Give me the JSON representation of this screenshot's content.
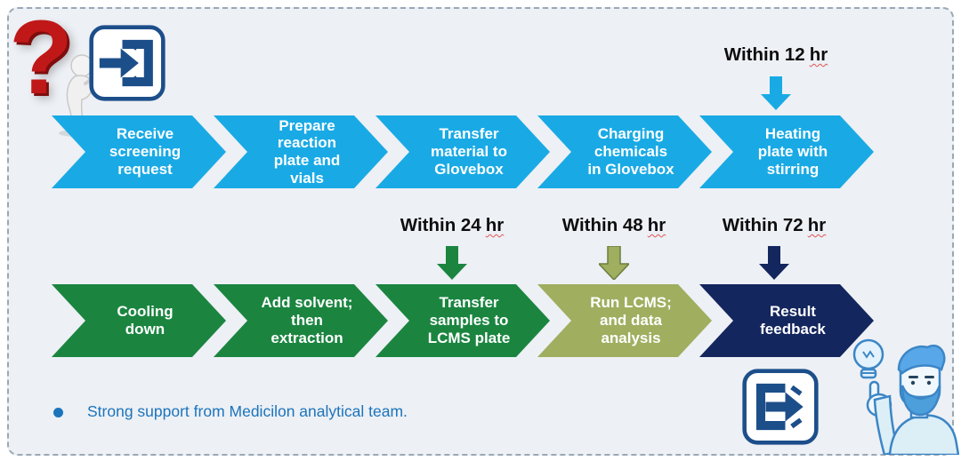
{
  "colors": {
    "cyan": "#19aae5",
    "green": "#1b8540",
    "olive": "#9fae5f",
    "navy": "#14265e",
    "icon_navy": "#1c4e8a",
    "bullet_blue": "#1b74bc",
    "panel_bg": "#edf0f5",
    "dash_border": "#9aa8b4",
    "question_red": "#c01818",
    "timer_text": "#0d0d0d",
    "squiggle_red": "#e05555"
  },
  "row1": {
    "steps": [
      {
        "label": "Receive\nscreening\nrequest",
        "color": "#19aae5"
      },
      {
        "label": "Prepare\nreaction\nplate and\nvials",
        "color": "#19aae5"
      },
      {
        "label": "Transfer\nmaterial to\nGlovebox",
        "color": "#19aae5"
      },
      {
        "label": "Charging\nchemicals\nin Glovebox",
        "color": "#19aae5"
      },
      {
        "label": "Heating\nplate with\nstirring",
        "color": "#19aae5"
      }
    ]
  },
  "row2": {
    "steps": [
      {
        "label": "Cooling\ndown",
        "color": "#1b8540"
      },
      {
        "label": "Add solvent;\nthen\nextraction",
        "color": "#1b8540"
      },
      {
        "label": "Transfer\nsamples to\nLCMS plate",
        "color": "#1b8540"
      },
      {
        "label": "Run LCMS;\nand data\nanalysis",
        "color": "#9fae5f"
      },
      {
        "label": "Result\nfeedback",
        "color": "#14265e"
      }
    ]
  },
  "timers": [
    {
      "prefix": "Within 12",
      "unit": "hr",
      "color": "#19aae5"
    },
    {
      "prefix": "Within 24",
      "unit": "hr",
      "color": "#1b8540"
    },
    {
      "prefix": "Within 48",
      "unit": "hr",
      "color": "#9fae5f"
    },
    {
      "prefix": "Within 72",
      "unit": "hr",
      "color": "#14265e"
    }
  ],
  "footnote": {
    "text": "Strong support from Medicilon analytical team."
  },
  "icons": {
    "top_left": [
      "question-mark-icon",
      "thinking-figure-icon",
      "enter-door-arrow-icon"
    ],
    "bottom_right": [
      "exit-door-arrow-icon",
      "idea-man-illustration",
      "lightbulb-icon"
    ]
  }
}
